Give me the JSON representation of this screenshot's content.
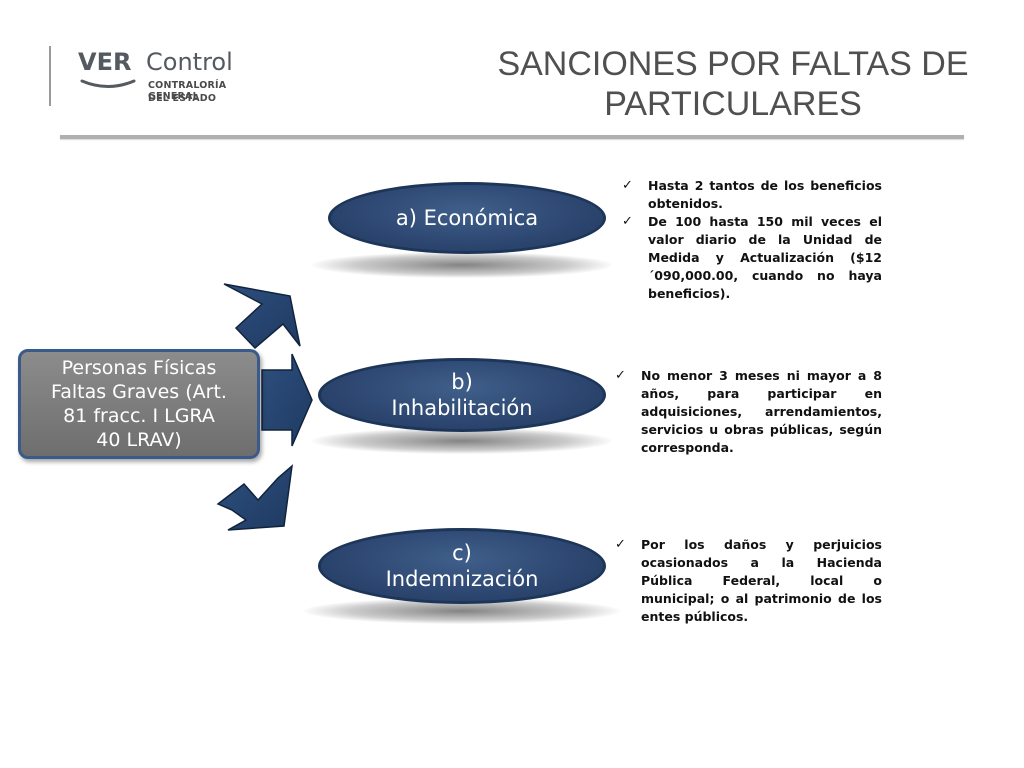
{
  "header": {
    "logo": {
      "brand_bold": "VER",
      "brand_light": "Control",
      "subtitle_line1": "CONTRALORÍA GENERAL",
      "subtitle_line2": "DEL ESTADO"
    },
    "title": "SANCIONES POR FALTAS DE PARTICULARES"
  },
  "source": {
    "label": "Personas Físicas\nFaltas Graves (Art.\n81 fracc. I LGRA\n40 LRAV)"
  },
  "branches": [
    {
      "label": "a) Económica",
      "bullets": [
        "Hasta 2 tantos de los beneficios obtenidos.",
        "De 100 hasta 150 mil veces el valor diario de la Unidad de Medida y Actualización ($12´090,000.00, cuando no haya beneficios)."
      ]
    },
    {
      "label": "b)\nInhabilitación",
      "bullets": [
        "No menor 3 meses ni mayor a 8 años, para participar en adquisiciones, arrendamientos, servicios u obras públicas, según corresponda."
      ]
    },
    {
      "label": "c)\nIndemnización",
      "bullets": [
        "Por los daños y perjuicios ocasionados a la Hacienda Pública Federal, local o municipal; o al patrimonio de los entes públicos."
      ]
    }
  ],
  "colors": {
    "oval_fill": "#2c4670",
    "oval_border": "#1c3558",
    "source_fill": "#7d7d7d",
    "source_border": "#3a5a8a",
    "title": "#505050"
  },
  "icons": {
    "bullet": "checkmark-icon",
    "connector": "arrow-icon"
  }
}
